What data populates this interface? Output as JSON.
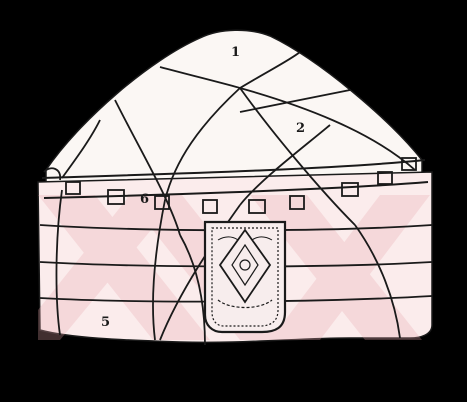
{
  "figure": {
    "subject": "yurt",
    "labels": [
      {
        "id": "1",
        "text": "1"
      },
      {
        "id": "2",
        "text": "2"
      },
      {
        "id": "6",
        "text": "6"
      },
      {
        "id": "5",
        "text": "5"
      }
    ]
  },
  "colors": {
    "background": "#000000",
    "felt": "#fbf7f4",
    "felt_lower": "#fbecec",
    "watermark": "#e9a8ae",
    "ink": "#1a1a1a"
  },
  "icons": [
    "ornamented-door-panel",
    "roof-band-windows"
  ]
}
